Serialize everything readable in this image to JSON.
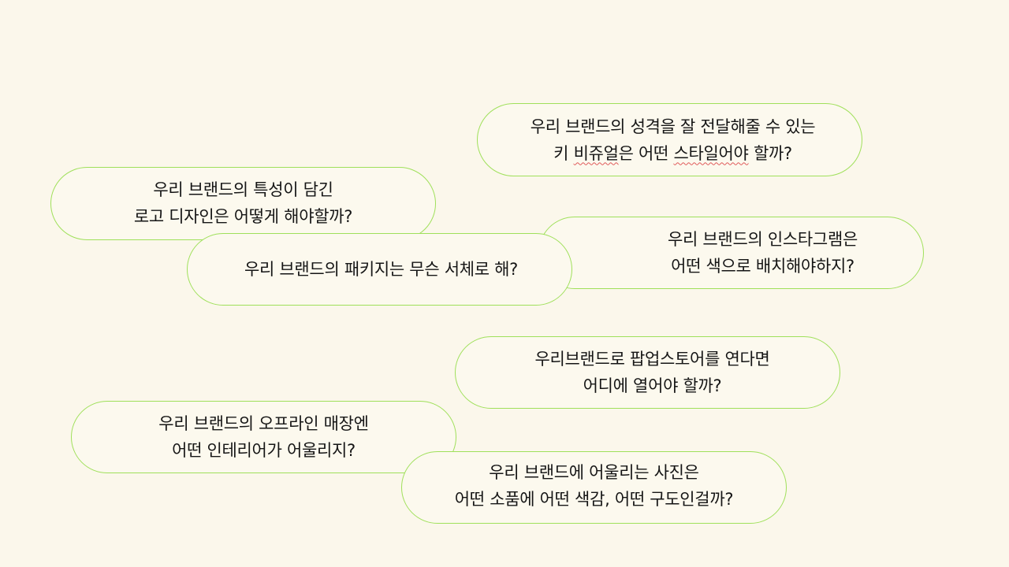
{
  "bubbles": [
    {
      "id": "visual",
      "lines": [
        "우리 브랜드의 성격을 잘 전달해줄 수 있는",
        "키 비쥬얼은 어떤 스타일어야 할까?"
      ]
    },
    {
      "id": "logo",
      "lines": [
        "우리 브랜드의 특성이 담긴",
        "로고 디자인은 어떻게 해야할까?"
      ]
    },
    {
      "id": "instagram",
      "lines": [
        "우리 브랜드의 인스타그램은",
        "어떤 색으로 배치해야하지?"
      ]
    },
    {
      "id": "package",
      "lines": [
        "우리 브랜드의 패키지는 무슨 서체로 해?"
      ]
    },
    {
      "id": "popup",
      "lines": [
        "우리브랜드로 팝업스토어를 연다면",
        "어디에 열어야 할까?"
      ]
    },
    {
      "id": "offline",
      "lines": [
        "우리 브랜드의 오프라인 매장엔",
        "어떤 인테리어가 어울리지?"
      ]
    },
    {
      "id": "photo",
      "lines": [
        "우리 브랜드에 어울리는 사진은",
        "어떤 소품에 어떤 색감, 어떤 구도인걸까?"
      ]
    }
  ],
  "colors": {
    "background": "#fbf7eb",
    "bubble_border": "#9fe05a",
    "text": "#151515"
  }
}
